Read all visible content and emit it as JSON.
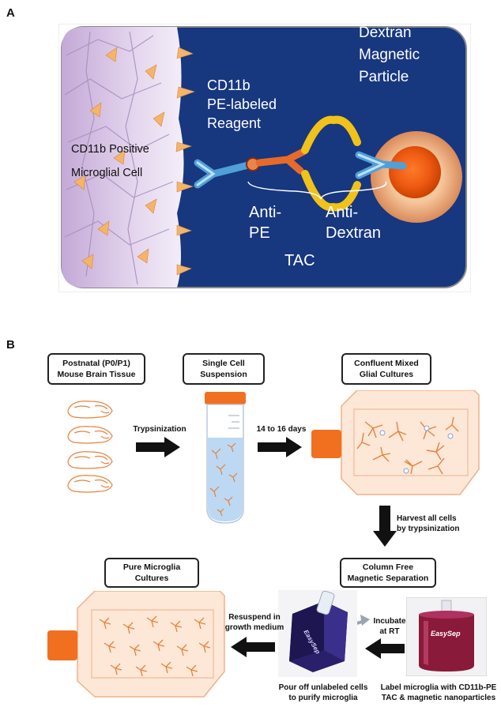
{
  "panel_a": {
    "letter": "A",
    "cell_label": "CD11b Positive\nMicroglial Cell",
    "reagent_label": "CD11b\nPE-labeled\nReagent",
    "particle_label": "Dextran\nMagnetic\nParticle",
    "anti_pe_label": "Anti-\nPE",
    "anti_dextran_label": "Anti-\nDextran",
    "tac_label": "TAC"
  },
  "panel_b": {
    "letter": "B",
    "steps": {
      "tissue": "Postnatal (P0/P1)\nMouse Brain Tissue",
      "suspension": "Single Cell\nSuspension",
      "mixed": "Confluent Mixed\nGlial Cultures",
      "separation": "Column Free\nMagnetic Separation",
      "pure": "Pure Microglia\nCultures"
    },
    "arrows": {
      "trypsinization": "Trypsinization",
      "days": "14 to 16 days",
      "harvest": "Harvest  all cells\nby trypsinization",
      "incubate": "Incubate\nat RT",
      "resuspend": "Resuspend in\ngrowth medium"
    },
    "captions": {
      "pour_off": "Pour off unlabeled cells\nto purify microglia",
      "label_microglia": "Label microglia with CD11b-PE\nTAC & magnetic nanoparticles"
    },
    "device_labels": {
      "easysep_magnet": "EasySep",
      "easysep_tube": "EasySep"
    }
  }
}
